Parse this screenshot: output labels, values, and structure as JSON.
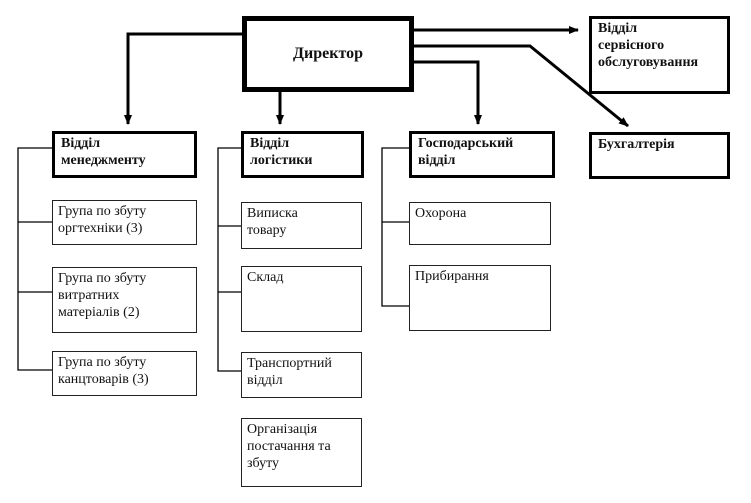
{
  "director": "Директор",
  "top_right": {
    "service": "Відділ\nсервісного\nобслуговування",
    "accounting": "Бухгалтерія"
  },
  "departments": [
    {
      "title": "Відділ\nменеджменту",
      "units": [
        "Група по збуту\nоргтехніки (3)",
        "Група по збуту\nвитратних\nматеріалів (2)",
        "Група по збуту\nканцтоварів (3)"
      ]
    },
    {
      "title": "Відділ\nлогістики",
      "units": [
        "Виписка\nтовару",
        "Склад",
        "Транспортний\nвідділ",
        "Організація\nпостачання та\nзбуту"
      ]
    },
    {
      "title": "Господарський\nвідділ",
      "units": [
        "Охорона",
        "Прибирання"
      ]
    }
  ]
}
